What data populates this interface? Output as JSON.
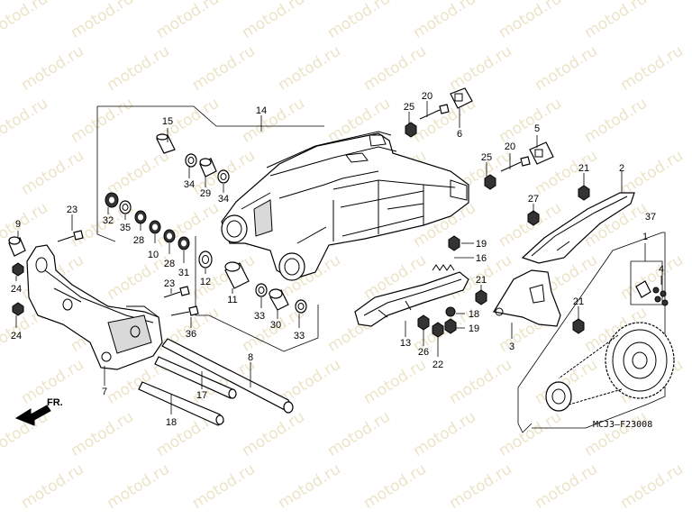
{
  "watermark": "motod.ru",
  "diagram_code": "MCJ3—F23008",
  "direction_label": "FR.",
  "part_labels": [
    "1",
    "2",
    "3",
    "4",
    "5",
    "6",
    "7",
    "8",
    "9",
    "10",
    "11",
    "12",
    "13",
    "14",
    "15",
    "16",
    "17",
    "18",
    "19",
    "20",
    "21",
    "22",
    "23",
    "24",
    "25",
    "26",
    "27",
    "28",
    "29",
    "30",
    "31",
    "32",
    "33",
    "34",
    "35",
    "36",
    "37"
  ],
  "labels_used": [
    "14",
    "15",
    "34",
    "29",
    "34",
    "32",
    "35",
    "28",
    "10",
    "28",
    "31",
    "12",
    "11",
    "33",
    "30",
    "33",
    "9",
    "23",
    "24",
    "24",
    "23",
    "36",
    "7",
    "8",
    "17",
    "18",
    "25",
    "20",
    "6",
    "25",
    "20",
    "5",
    "21",
    "2",
    "27",
    "19",
    "16",
    "21",
    "18",
    "13",
    "26",
    "22",
    "19",
    "3",
    "21",
    "37",
    "1",
    "4"
  ]
}
